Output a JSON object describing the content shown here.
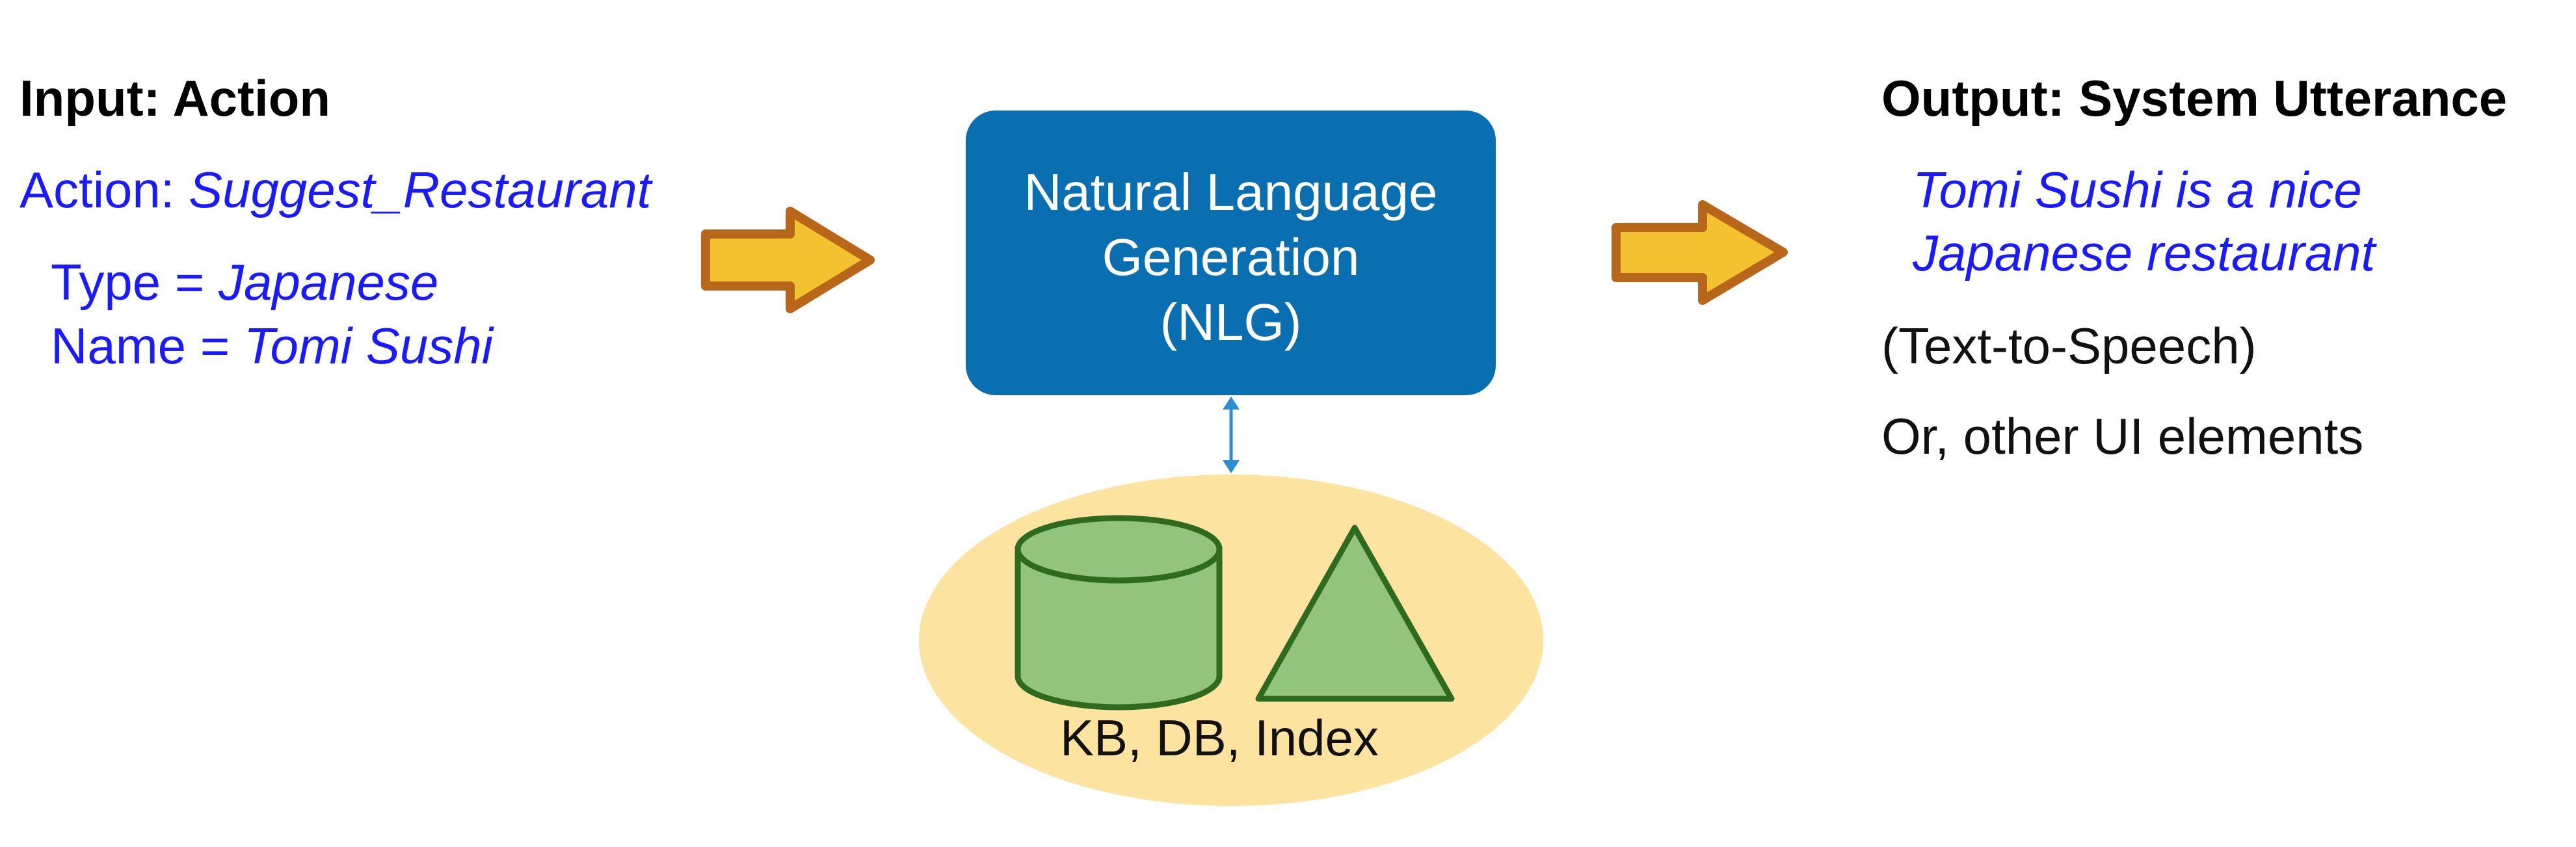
{
  "input": {
    "heading": "Input: Action",
    "action_label": "Action: ",
    "action_value": "Suggest_Restaurant",
    "type_label": "Type = ",
    "type_value": "Japanese",
    "name_label": "Name = ",
    "name_value": "Tomi Sushi"
  },
  "nlg": {
    "line1": "Natural Language",
    "line2": "Generation",
    "line3": "(NLG)"
  },
  "kb": {
    "label": "KB, DB, Index"
  },
  "output": {
    "heading": "Output: System Utterance",
    "utterance_line1": "Tomi Sushi is a nice",
    "utterance_line2": "Japanese restaurant",
    "tts": "(Text-to-Speech)",
    "other": "Or, other UI elements"
  },
  "colors": {
    "text_blue": "#1a1aff",
    "nlg_box": "#0a6fb0",
    "arrow_fill": "#f2c230",
    "arrow_stroke": "#b8661a",
    "ellipse_fill": "#fde3a0",
    "shape_fill": "#92c47d",
    "shape_stroke": "#2e6b1e",
    "connector": "#2a8fd0"
  },
  "icons": {
    "left_arrow": "right-arrow-icon",
    "right_arrow": "right-arrow-icon",
    "database": "database-cylinder-icon",
    "index": "triangle-icon"
  }
}
